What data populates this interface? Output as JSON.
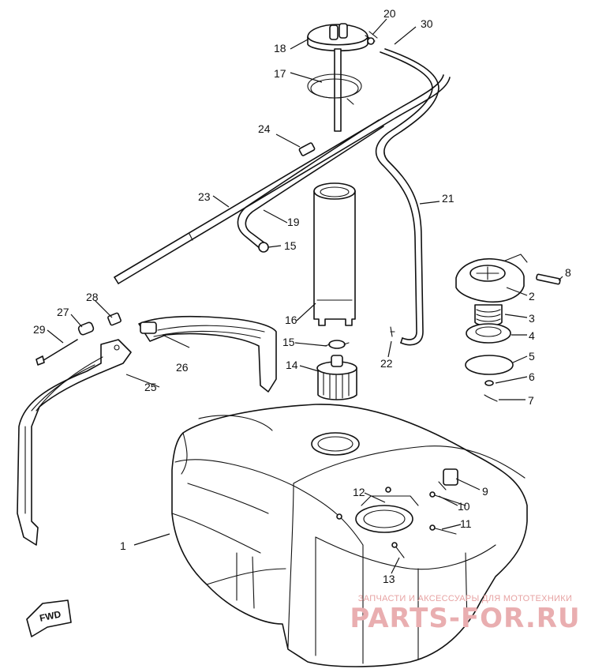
{
  "callouts": {
    "c1": "1",
    "c2": "2",
    "c3": "3",
    "c4": "4",
    "c5": "5",
    "c6": "6",
    "c7": "7",
    "c8": "8",
    "c9": "9",
    "c10": "10",
    "c11": "11",
    "c12": "12",
    "c13": "13",
    "c14": "14",
    "c15a": "15",
    "c15b": "15",
    "c16": "16",
    "c17": "17",
    "c18": "18",
    "c19": "19",
    "c20": "20",
    "c21": "21",
    "c22": "22",
    "c23": "23",
    "c24": "24",
    "c25": "25",
    "c26": "26",
    "c27": "27",
    "c28": "28",
    "c29": "29",
    "c30": "30"
  },
  "direction_badge": "FWD",
  "watermark": {
    "tagline": "ЗАПЧАСТИ И АКСЕССУАРЫ ДЛЯ МОТОТЕХНИКИ",
    "brand": "PARTS-FOR.RU",
    "color": "#e9aeb0"
  }
}
